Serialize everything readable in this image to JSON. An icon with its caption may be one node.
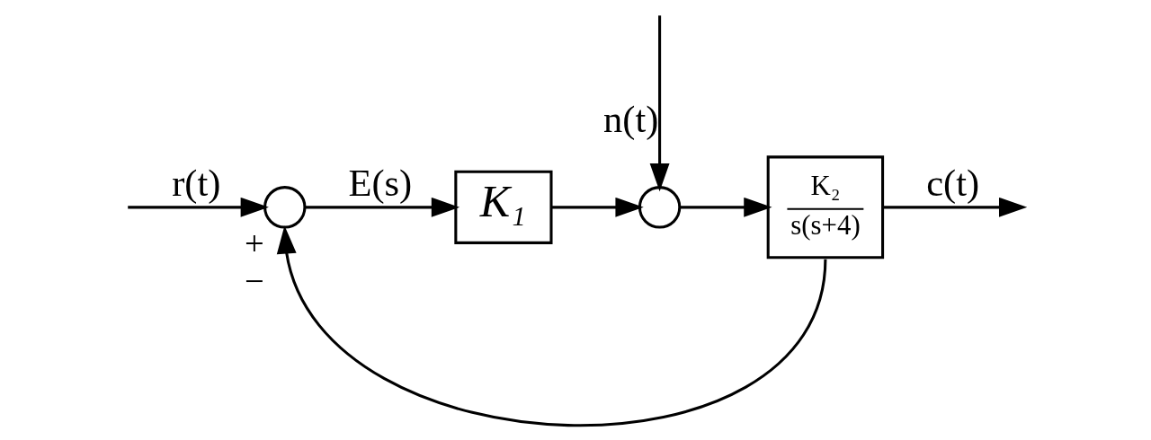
{
  "diagram": {
    "nodes": [
      {
        "text": [],
        "shape": "circle",
        "beside": [
          "+",
          "−"
        ]
      },
      {
        "text": [
          "K₁"
        ]
      },
      {
        "text": [],
        "shape": "circle"
      },
      {
        "text": [
          "K₂",
          "s(s+4)"
        ]
      }
    ],
    "edges": [
      {
        "from": null,
        "to": 0,
        "arrow": "to",
        "label": "r(t)"
      },
      {
        "from": 0,
        "to": 1,
        "arrow": "to",
        "label": "E(s)"
      },
      {
        "from": 1,
        "to": 2,
        "arrow": "to"
      },
      {
        "from": null,
        "to": 2,
        "arrow": "to",
        "label": "n(t)"
      },
      {
        "from": 2,
        "to": 3,
        "arrow": "to"
      },
      {
        "from": 3,
        "to": null,
        "arrow": "to",
        "label": "c(t)"
      },
      {
        "from": 3,
        "to": 0,
        "arrow": "to"
      }
    ]
  }
}
